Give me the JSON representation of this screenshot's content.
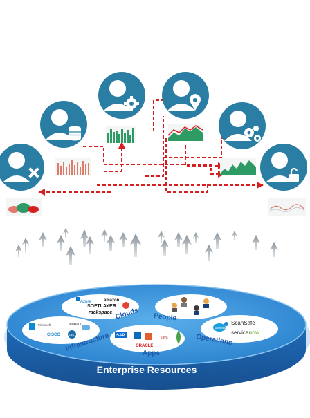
{
  "personas": [
    {
      "id": "engineer",
      "icon": "wrench-screwdriver-icon"
    },
    {
      "id": "data",
      "icon": "database-icon"
    },
    {
      "id": "ops",
      "icon": "gear-icon"
    },
    {
      "id": "location",
      "icon": "location-pin-icon"
    },
    {
      "id": "admin",
      "icon": "gears-icon"
    },
    {
      "id": "security",
      "icon": "lock-icon"
    }
  ],
  "platform": {
    "title": "Enterprise Resources",
    "segments": {
      "clouds": "Clouds",
      "people": "People",
      "infrastructure": "Infrastructure",
      "apps": "Apps",
      "operations": "Operations"
    },
    "clouds_logos": {
      "azure": "Azure",
      "amazon": "amazon",
      "softlayer": "SOFTLAYER",
      "rackspace": "rackspace"
    },
    "infra_logos": {
      "microsoft": "Microsoft",
      "cisco": "CISCO",
      "vmware": "vmware",
      "dell": "DELL"
    },
    "apps_logos": {
      "sap": "SAP",
      "java": "Java",
      "oracle": "ORACLE"
    },
    "ops_logos": {
      "salesforce": "salesforce",
      "scansafe": "ScanSafe",
      "servicenow_a": "service",
      "servicenow_b": "now"
    }
  },
  "colors": {
    "persona_circle": "#2b7ea3",
    "connector": "#d62020",
    "platform_top": "#2e8bd6",
    "platform_side": "#1c5fa8",
    "label_blue": "#1d5aa8"
  }
}
